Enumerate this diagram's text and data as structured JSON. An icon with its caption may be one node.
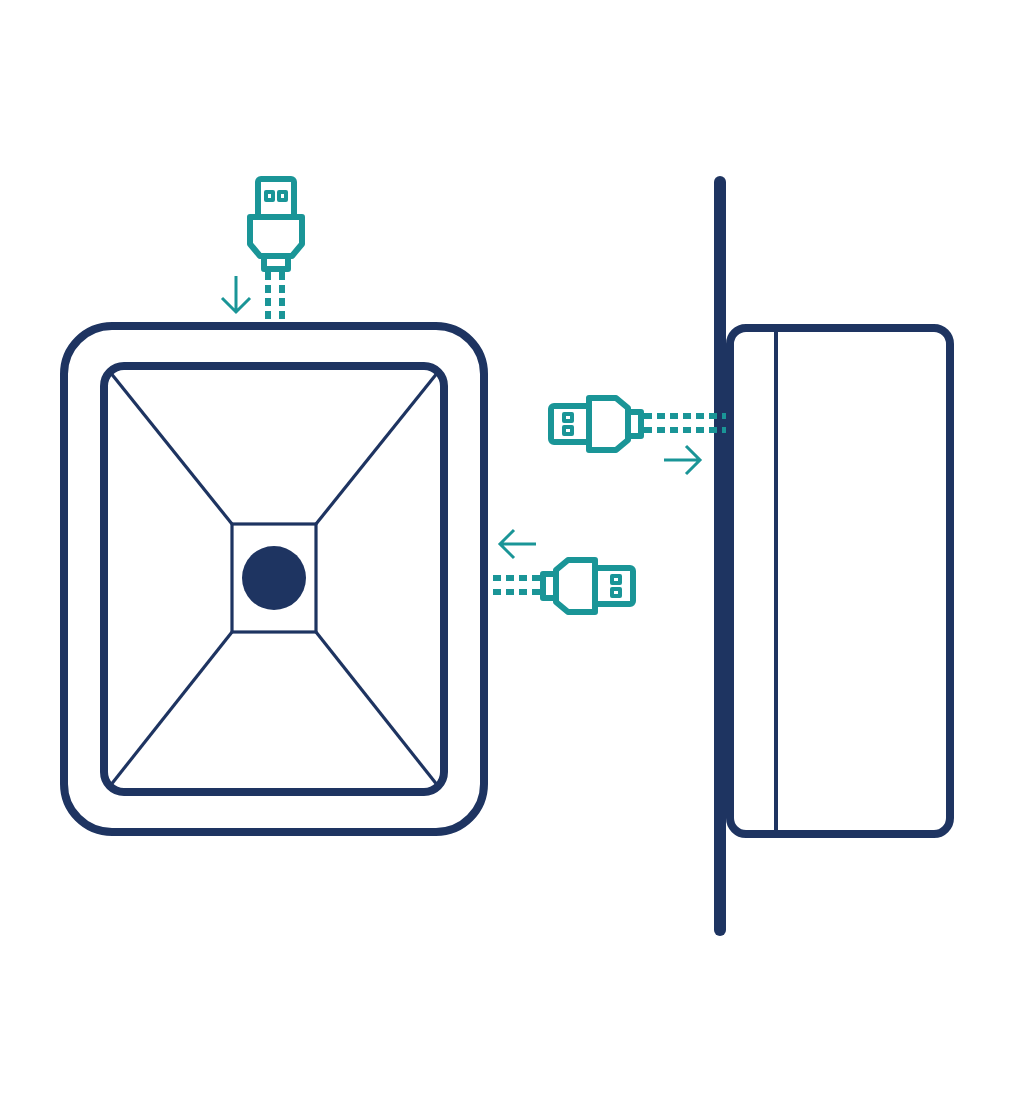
{
  "diagram": {
    "nodes": [
      {
        "text": [],
        "shape": "box"
      },
      {
        "text": [],
        "shape": "box"
      },
      {
        "text": [],
        "shape": "plug"
      },
      {
        "text": [],
        "shape": "plug"
      },
      {
        "text": [],
        "shape": "plug"
      }
    ],
    "edges": [
      {
        "from": 2,
        "to": 0,
        "arrow": "none",
        "style": "dashed"
      },
      {
        "from": 3,
        "to": 1,
        "arrow": "none",
        "style": "dashed"
      },
      {
        "from": 4,
        "to": 0,
        "arrow": "none",
        "style": "dashed"
      }
    ]
  }
}
